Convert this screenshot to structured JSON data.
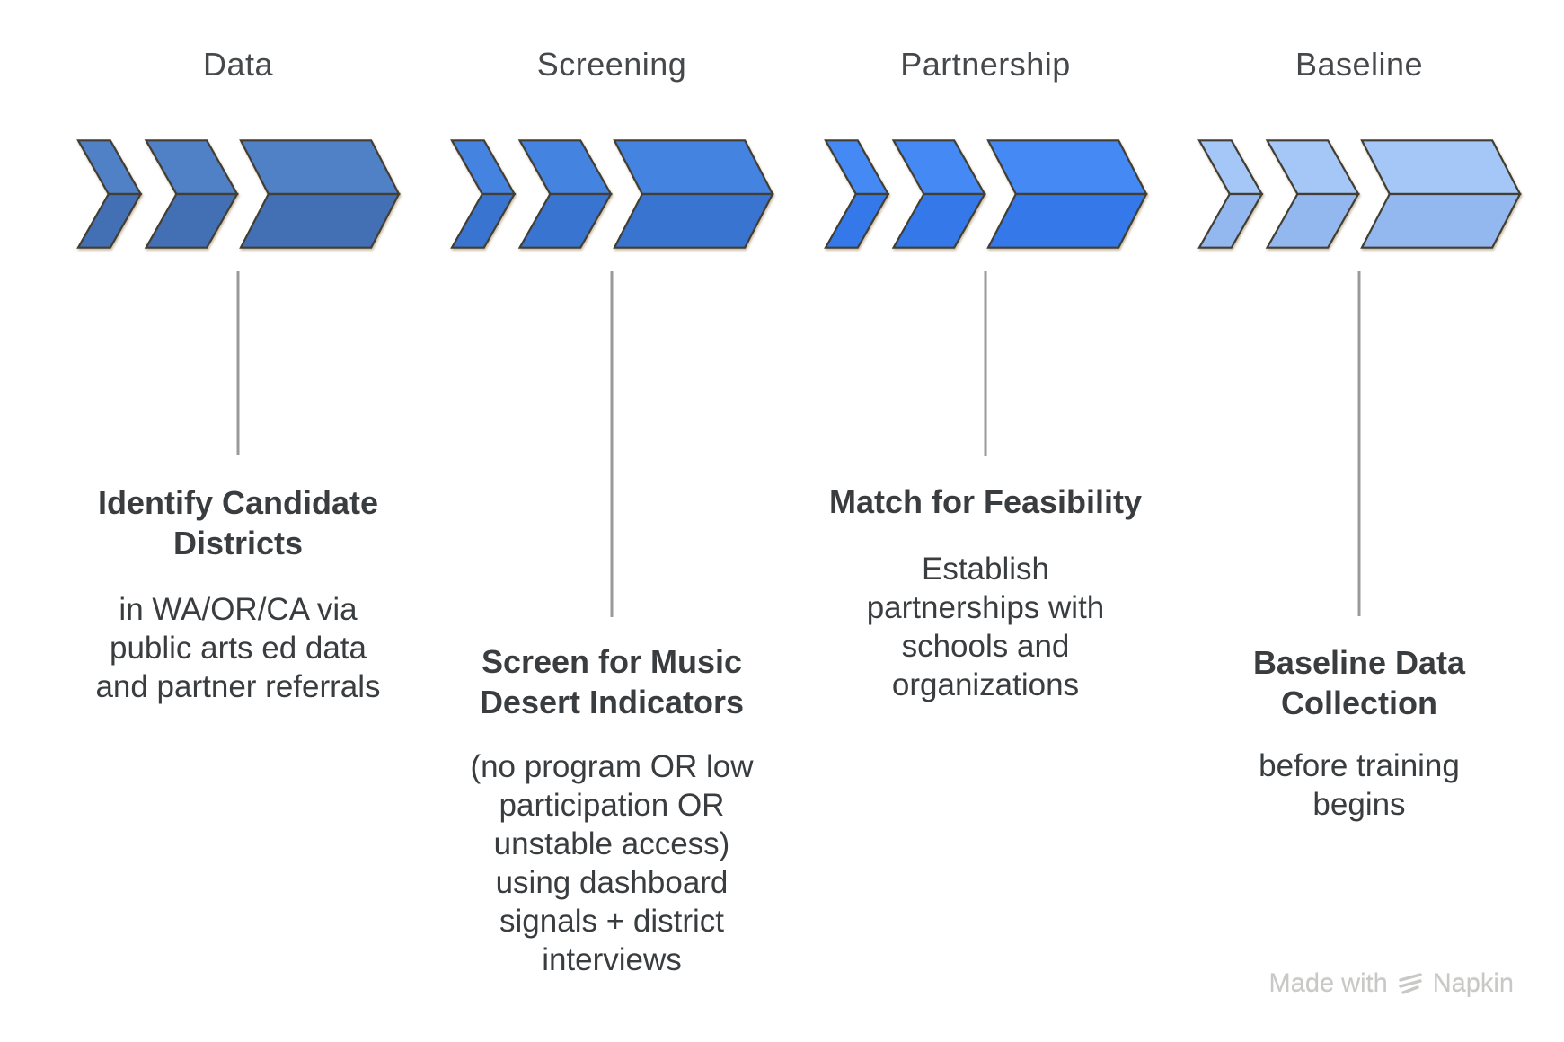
{
  "stages": [
    {
      "label": "Data",
      "icon": "triple-chevron-right-icon",
      "colors": {
        "top": "#5080c6",
        "bottom": "#436fb4"
      },
      "heading_lines": [
        "Identify Candidate",
        "Districts"
      ],
      "body_lines": [
        "in WA/OR/CA via",
        "public arts ed data",
        "and partner referrals"
      ]
    },
    {
      "label": "Screening",
      "icon": "triple-chevron-right-icon",
      "colors": {
        "top": "#4583e0",
        "bottom": "#3a74d1"
      },
      "heading_lines": [
        "Screen for Music",
        "Desert Indicators"
      ],
      "body_lines": [
        "(no program OR low",
        "participation OR",
        "unstable access)",
        "using dashboard",
        "signals + district",
        "interviews"
      ]
    },
    {
      "label": "Partnership",
      "icon": "triple-chevron-right-icon",
      "colors": {
        "top": "#4489f4",
        "bottom": "#3478e9"
      },
      "heading_lines": [
        "Match for Feasibility"
      ],
      "body_lines": [
        "Establish",
        "partnerships with",
        "schools and",
        "organizations"
      ]
    },
    {
      "label": "Baseline",
      "icon": "triple-chevron-right-icon",
      "colors": {
        "top": "#a4c7f7",
        "bottom": "#92b8ef"
      },
      "heading_lines": [
        "Baseline Data",
        "Collection"
      ],
      "body_lines": [
        "before training",
        "begins"
      ]
    }
  ],
  "palette": {
    "outline": "#423e33",
    "connector": "#9a9a9a",
    "text": "#3a3d3f",
    "label": "#46494c",
    "watermark": "#c8c8c6"
  },
  "watermark": {
    "prefix": "Made with",
    "brand": "Napkin",
    "icon": "napkin-logo-icon"
  }
}
